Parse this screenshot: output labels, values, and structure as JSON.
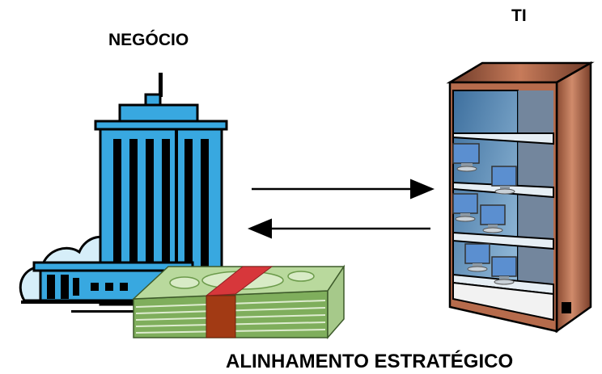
{
  "labels": {
    "business": "NEGÓCIO",
    "it": "TI",
    "caption": "ALINHAMENTO ESTRATÉGICO"
  },
  "icons": {
    "business": "office-building-icon",
    "it": "server-rack-icon",
    "money": "money-stack-icon",
    "arrow_right": "arrow-right-icon",
    "arrow_left": "arrow-left-icon"
  },
  "colors": {
    "building": "#38a8e0",
    "building_dark": "#000000",
    "cloud": "#d6eef9",
    "rack_wood": "#a9583a",
    "rack_glass": "#5c8fb8",
    "money_green": "#a9cf8a",
    "money_band": "#d7373b"
  }
}
